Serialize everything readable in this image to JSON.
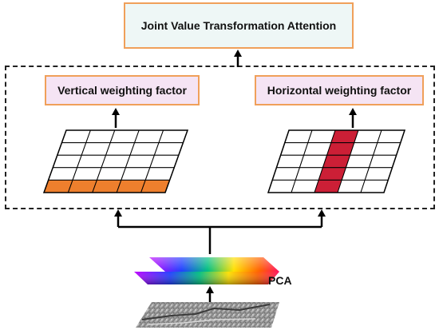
{
  "title_box": {
    "label": "Joint Value Transformation Attention"
  },
  "vertical_box": {
    "label": "Vertical weighting factor"
  },
  "horizontal_box": {
    "label": "Horizontal weighting factor"
  },
  "pca": {
    "label": "PCA"
  },
  "colors": {
    "box_border": "#f0a05a",
    "title_fill": "#eef7f6",
    "factor_fill": "#f5e4f4",
    "row_highlight": "#ee7f2d",
    "column_highlight": "#cc1f36"
  },
  "grids": {
    "rows": 5,
    "columns": 5,
    "vertical_highlight_row": 4,
    "horizontal_highlight_column": 2
  }
}
